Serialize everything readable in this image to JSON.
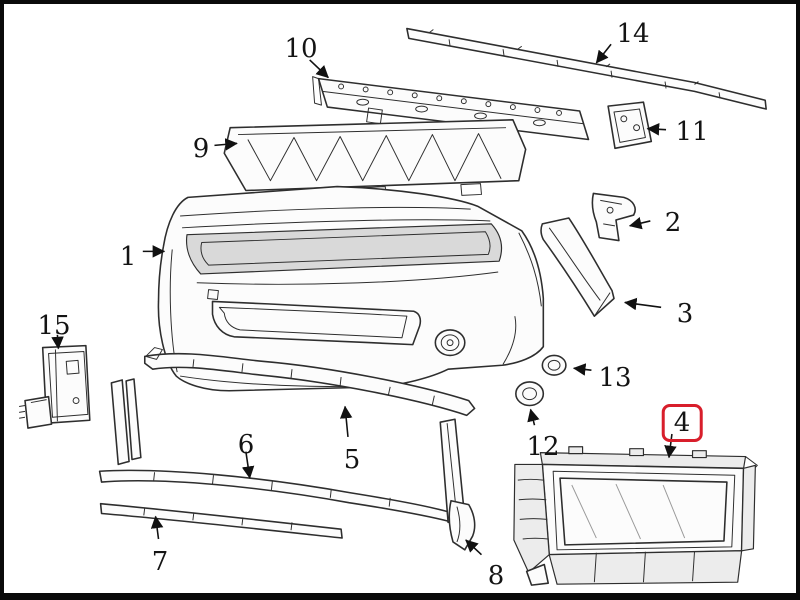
{
  "diagram": {
    "kind": "exploded-parts-diagram",
    "highlight_color": "#d81e2b",
    "line_color": "#2e2e2e",
    "frame_color": "#0a0a0a",
    "background_color": "#ffffff",
    "callouts": [
      {
        "label": "1",
        "highlighted": false
      },
      {
        "label": "2",
        "highlighted": false
      },
      {
        "label": "3",
        "highlighted": false
      },
      {
        "label": "4",
        "highlighted": true
      },
      {
        "label": "5",
        "highlighted": false
      },
      {
        "label": "6",
        "highlighted": false
      },
      {
        "label": "7",
        "highlighted": false
      },
      {
        "label": "8",
        "highlighted": false
      },
      {
        "label": "9",
        "highlighted": false
      },
      {
        "label": "10",
        "highlighted": false
      },
      {
        "label": "11",
        "highlighted": false
      },
      {
        "label": "12",
        "highlighted": false
      },
      {
        "label": "13",
        "highlighted": false
      },
      {
        "label": "14",
        "highlighted": false
      },
      {
        "label": "15",
        "highlighted": false
      }
    ]
  }
}
